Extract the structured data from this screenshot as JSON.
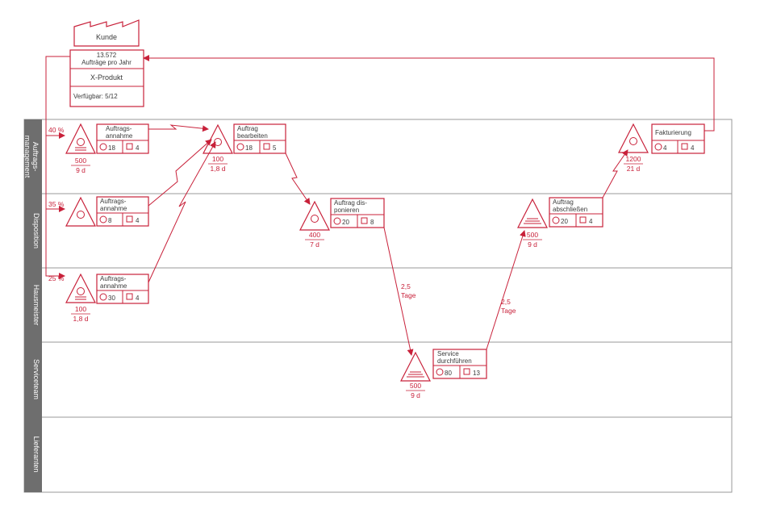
{
  "customer": {
    "name": "Kunde",
    "orders_count": "13.572",
    "orders_label": "Aufträge pro Jahr",
    "product": "X-Produkt",
    "availability": "Verfügbar:  5/12"
  },
  "lanes": [
    {
      "label": "Auftrags-\nmanagement"
    },
    {
      "label": "Disposition"
    },
    {
      "label": "Hausmeister"
    },
    {
      "label": "Serviceteam"
    },
    {
      "label": "Lieferanten"
    }
  ],
  "shares": [
    "40 %",
    "35 %",
    "25 %"
  ],
  "processes": [
    {
      "title": "Auftrags-\nannahme",
      "people": "18",
      "stations": "4"
    },
    {
      "title": "Auftrags-\nannahme",
      "people": "8",
      "stations": "4"
    },
    {
      "title": "Auftrags-\nannahme",
      "people": "30",
      "stations": "4"
    },
    {
      "title": "Auftrag\nbearbeiten",
      "people": "18",
      "stations": "5"
    },
    {
      "title": "Auftrag dis-\nponieren",
      "people": "20",
      "stations": "8"
    },
    {
      "title": "Service\ndurchführen",
      "people": "80",
      "stations": "13"
    },
    {
      "title": "Auftrag\nabschließen",
      "people": "20",
      "stations": "4"
    },
    {
      "title": "Fakturierung",
      "people": "4",
      "stations": "4"
    }
  ],
  "inventories": [
    {
      "qty": "500",
      "time": "9 d",
      "kind": "circle"
    },
    {
      "qty": "",
      "time": "",
      "kind": "circle"
    },
    {
      "qty": "100",
      "time": "1,8 d",
      "kind": "circle"
    },
    {
      "qty": "100",
      "time": "1,8 d",
      "kind": "circle"
    },
    {
      "qty": "400",
      "time": "7 d",
      "kind": "circle"
    },
    {
      "qty": "500",
      "time": "9 d",
      "kind": "lines"
    },
    {
      "qty": "500",
      "time": "9 d",
      "kind": "lines"
    },
    {
      "qty": "1200",
      "time": "21 d",
      "kind": "circle"
    }
  ],
  "transit": [
    {
      "value": "2,5",
      "unit": "Tage"
    },
    {
      "value": "2,5",
      "unit": "Tage"
    }
  ],
  "colors": {
    "accent": "#c8213a",
    "lane_bar": "#6e6e6e",
    "grid": "#999999"
  }
}
